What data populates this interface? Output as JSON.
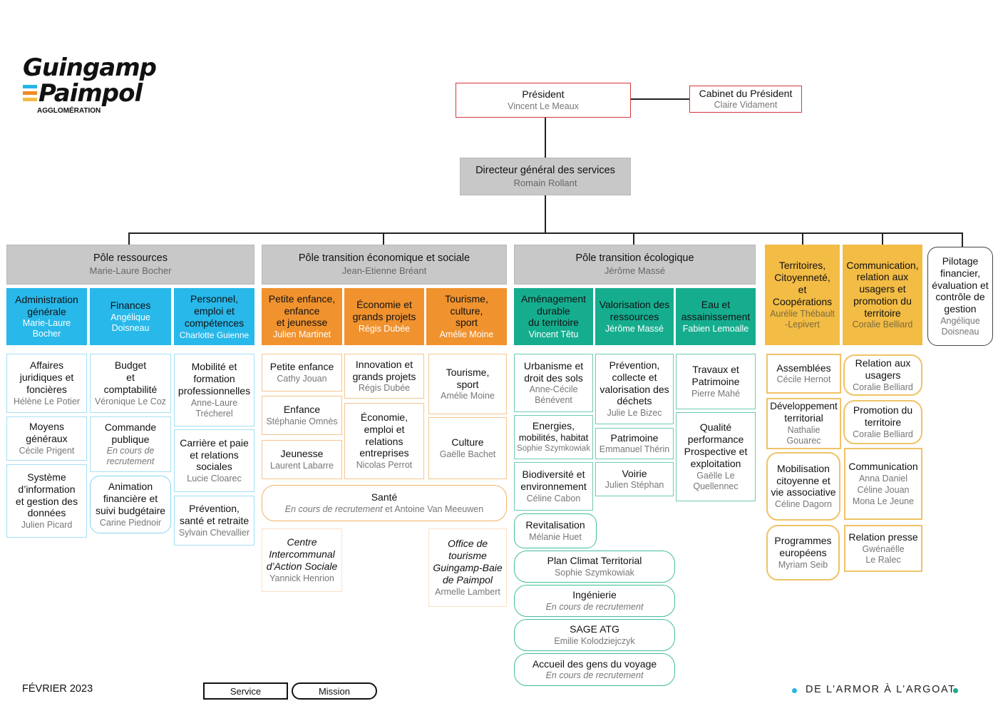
{
  "logo": {
    "line1": "Guingamp",
    "line2": "Paimpol",
    "line3": "AGGLOMÉRATION",
    "bar_colors": [
      "#26b5e6",
      "#f08a24",
      "#f2bc45"
    ]
  },
  "president": {
    "title": "Président",
    "name": "Vincent Le Meaux"
  },
  "cabinet": {
    "title": "Cabinet du Président",
    "name": "Claire Vidament"
  },
  "dgs": {
    "title": "Directeur général des services",
    "name": "Romain Rollant"
  },
  "poles": {
    "ressources": {
      "title": "Pôle ressources",
      "name": "Marie-Laure Bocher"
    },
    "eco_sociale": {
      "title": "Pôle transition économique et sociale",
      "name": "Jean-Etienne Bréant"
    },
    "ecologique": {
      "title": "Pôle transition écologique",
      "name": "Jérôme Massé"
    }
  },
  "colors": {
    "ressources": "#28b8ea",
    "eco_sociale": "#f0922e",
    "ecologique": "#16ad8f",
    "transverse": "#f2bc45",
    "president_border": "#d9343a",
    "dots": [
      "#26b5e6",
      "#16ad8f"
    ]
  },
  "directions": {
    "admin": {
      "t1": "Administration",
      "t2": "générale",
      "n1": "Marie-Laure",
      "n2": "Bocher"
    },
    "finances": {
      "t1": "Finances",
      "n1": "Angélique",
      "n2": "Doisneau"
    },
    "personnel": {
      "t1": "Personnel,",
      "t2": "emploi et",
      "t3": "compétences",
      "n1": "Charlotte Guienne"
    },
    "petite_enfance": {
      "t1": "Petite enfance,",
      "t2": "enfance",
      "t3": "et jeunesse",
      "n1": "Julien Martinet"
    },
    "economie": {
      "t1": "Économie et",
      "t2": "grands projets",
      "n1": "Régis Dubée"
    },
    "tourisme": {
      "t1": "Tourisme,",
      "t2": "culture,",
      "t3": "sport",
      "n1": "Amélie Moine"
    },
    "amenagement": {
      "t1": "Aménagement",
      "t2": "durable",
      "t3": "du territoire",
      "n1": "Vincent Têtu"
    },
    "valorisation": {
      "t1": "Valorisation des",
      "t2": "ressources",
      "n1": "Jérôme Massé"
    },
    "eau": {
      "t1": "Eau et",
      "t2": "assainissement",
      "n1": "Fabien Lemoalle"
    },
    "territoires": {
      "t1": "Territoires,",
      "t2": "Citoyenneté,",
      "t3": "et",
      "t4": "Coopérations",
      "n1": "Aurélie Thébault",
      "n2": "-Lepivert"
    },
    "communication": {
      "t1": "Communication,",
      "t2": "relation aux",
      "t3": "usagers et",
      "t4": "promotion du",
      "t5": "territoire",
      "n1": "Coralie Belliard"
    },
    "pilotage": {
      "t1": "Pilotage",
      "t2": "financier,",
      "t3": "évaluation et",
      "t4": "contrôle de",
      "t5": "gestion",
      "n1": "Angélique",
      "n2": "Doisneau"
    }
  },
  "services": {
    "affaires": {
      "t1": "Affaires",
      "t2": "juridiques et",
      "t3": "foncières",
      "n1": "Hélène Le Potier"
    },
    "moyens": {
      "t1": "Moyens",
      "t2": "généraux",
      "n1": "Cécile Prigent"
    },
    "si": {
      "t1": "Système",
      "t2": "d’information",
      "t3": "et gestion des",
      "t4": "données",
      "n1": "Julien Picard"
    },
    "budget": {
      "t1": "Budget",
      "t2": "et",
      "t3": "comptabilité",
      "n1": "Véronique Le Coz"
    },
    "commande": {
      "t1": "Commande",
      "t2": "publique",
      "n1": "En cours de",
      "n2": "recrutement"
    },
    "animation": {
      "t1": "Animation",
      "t2": "financière et",
      "t3": "suivi budgétaire",
      "n1": "Carine Piednoir"
    },
    "mobilite": {
      "t1": "Mobilité et",
      "t2": "formation",
      "t3": "professionnelles",
      "n1": "Anne-Laure",
      "n2": "Trécherel"
    },
    "carriere": {
      "t1": "Carrière et paie",
      "t2": "et relations",
      "t3": "sociales",
      "n1": "Lucie Cloarec"
    },
    "prevention_sante": {
      "t1": "Prévention,",
      "t2": "santé et retraite",
      "n1": "Sylvain Chevallier"
    },
    "pe": {
      "t1": "Petite enfance",
      "n1": "Cathy Jouan"
    },
    "enfance": {
      "t1": "Enfance",
      "n1": "Stéphanie Omnès"
    },
    "jeunesse": {
      "t1": "Jeunesse",
      "n1": "Laurent Labarre"
    },
    "innovation": {
      "t1": "Innovation et",
      "t2": "grands projets",
      "n1": "Régis Dubée"
    },
    "eco_emploi": {
      "t1": "Économie,",
      "t2": "emploi et",
      "t3": "relations",
      "t4": "entreprises",
      "n1": "Nicolas Perrot"
    },
    "tourisme_sport": {
      "t1": "Tourisme,",
      "t2": "sport",
      "n1": "Amélie Moine"
    },
    "culture": {
      "t1": "Culture",
      "n1": "Gaëlle Bachet"
    },
    "sante": {
      "t1": "Santé",
      "n1": "En cours de recrutement",
      "n2": " et Antoine Van Meeuwen"
    },
    "cias": {
      "t1": "Centre",
      "t2": "Intercommunal",
      "t3": "d’Action Sociale",
      "n1": "Yannick Henrion"
    },
    "office": {
      "t1": "Office de",
      "t2": "tourisme",
      "t3": "Guingamp-Baie",
      "t4": "de Paimpol",
      "n1": "Armelle Lambert"
    },
    "urbanisme": {
      "t1": "Urbanisme et",
      "t2": "droit des sols",
      "n1": "Anne-Cécile",
      "n2": "Bénévent"
    },
    "energies": {
      "t1": "Energies,",
      "t2": "mobilités, habitat",
      "n1": "Sophie Szymkowiak"
    },
    "biodiversite": {
      "t1": "Biodiversité et",
      "t2": "environnement",
      "n1": "Céline Cabon"
    },
    "revitalisation": {
      "t1": "Revitalisation",
      "n1": "Mélanie Huet"
    },
    "prevention_dechets": {
      "t1": "Prévention,",
      "t2": "collecte et",
      "t3": "valorisation des",
      "t4": "déchets",
      "n1": "Julie Le Bizec"
    },
    "patrimoine": {
      "t1": "Patrimoine",
      "n1": "Emmanuel Thérin"
    },
    "voirie": {
      "t1": "Voirie",
      "n1": "Julien Stéphan"
    },
    "plan_climat": {
      "t1": "Plan Climat Territorial",
      "n1": "Sophie Szymkowiak"
    },
    "ingenierie": {
      "t1": "Ingénierie",
      "n1": "En cours de recrutement"
    },
    "sage": {
      "t1": "SAGE ATG",
      "n1": "Emilie Kolodziejczyk"
    },
    "accueil": {
      "t1": "Accueil des gens du voyage",
      "n1": "En cours de recrutement"
    },
    "travaux": {
      "t1": "Travaux et",
      "t2": "Patrimoine",
      "n1": "Pierre Mahé"
    },
    "qualite": {
      "t1": "Qualité",
      "t2": "performance",
      "t3": "Prospective et",
      "t4": "exploitation",
      "n1": "Gaëlle Le",
      "n2": "Quellennec"
    },
    "assemblees": {
      "t1": "Assemblées",
      "n1": "Cécile Hernot"
    },
    "dev_territorial": {
      "t1": "Développement",
      "t2": "territorial",
      "n1": "Nathalie",
      "n2": "Gouarec"
    },
    "mobilisation": {
      "t1": "Mobilisation",
      "t2": "citoyenne et",
      "t3": "vie associative",
      "n1": "Céline Dagorn"
    },
    "programmes": {
      "t1": "Programmes",
      "t2": "européens",
      "n1": "Myriam Seib"
    },
    "relation_usagers": {
      "t1": "Relation aux",
      "t2": "usagers",
      "n1": "Coralie Belliard"
    },
    "promotion": {
      "t1": "Promotion du",
      "t2": "territoire",
      "n1": "Coralie Belliard"
    },
    "communication_svc": {
      "t1": "Communication",
      "n1": "Anna Daniel",
      "n2": "Céline Jouan",
      "n3": "Mona Le Jeune"
    },
    "relation_presse": {
      "t1": "Relation presse",
      "n1": "Gwénaëlle",
      "n2": "Le Ralec"
    }
  },
  "footer": {
    "date": "FÉVRIER 2023",
    "legend_service": "Service",
    "legend_mission": "Mission",
    "tagline": "DE L’ARMOR À L’ARGOAT"
  }
}
